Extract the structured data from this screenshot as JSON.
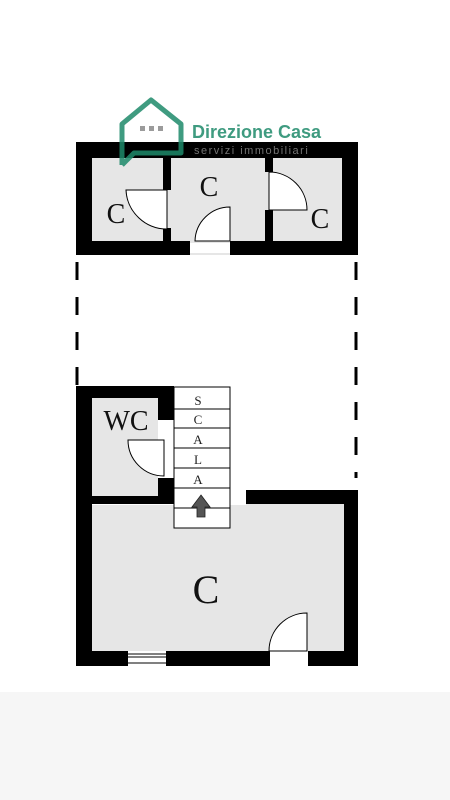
{
  "watermark": {
    "brand_name": "Direzione Casa",
    "tagline": "servizi immobiliari",
    "logo_icon": "house-icon",
    "brand_color": "#1e8a6a"
  },
  "upper_floor": {
    "rooms": [
      {
        "label": "C"
      },
      {
        "label": "C"
      },
      {
        "label": "C"
      }
    ]
  },
  "lower_floor": {
    "wc_label": "WC",
    "main_room_label": "C",
    "stair_letters": [
      "S",
      "C",
      "A",
      "L",
      "A"
    ],
    "stair_arrow_icon": "arrow-up-icon"
  },
  "colors": {
    "wall": "#000000",
    "room_fill": "#e6e6e6",
    "stair_fill": "#ffffff"
  }
}
